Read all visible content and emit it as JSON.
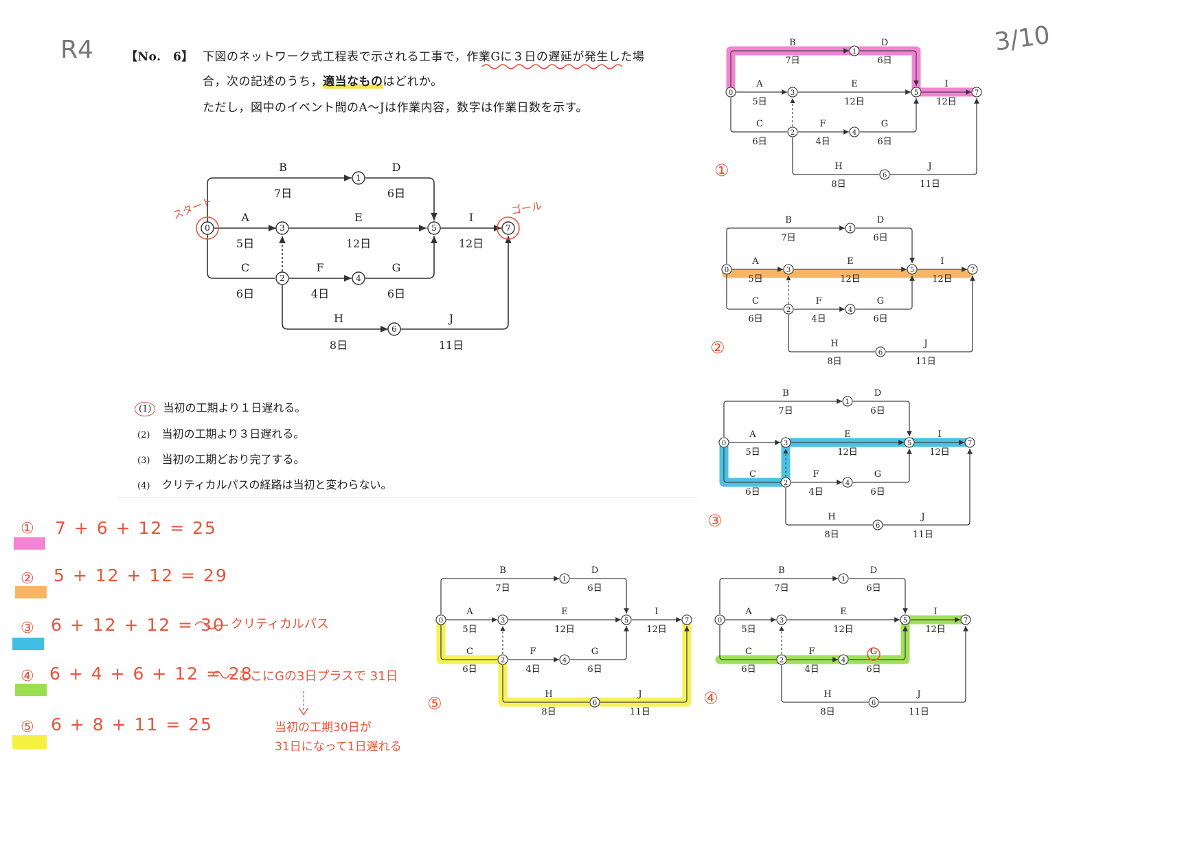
{
  "header": {
    "year_mark": "R4",
    "score_mark": "3/10",
    "question_no": "【No.　6】"
  },
  "question": {
    "line1": "下図のネットワーク式工程表で示される工事で，作業Gに３日の遅延が発生した場",
    "line2_pre": "合，次の記述のうち，",
    "line2_hl": "適当なもの",
    "line2_post": "はどれか。",
    "line3": "ただし，図中のイベント間のA～Jは作業内容，数字は作業日数を示す。"
  },
  "network": {
    "start_note": "スタート",
    "goal_note": "ゴール",
    "events": [
      "0",
      "1",
      "2",
      "3",
      "4",
      "5",
      "6",
      "7"
    ],
    "activities": [
      {
        "label": "B",
        "days": "7日"
      },
      {
        "label": "D",
        "days": "6日"
      },
      {
        "label": "A",
        "days": "5日"
      },
      {
        "label": "E",
        "days": "12日"
      },
      {
        "label": "I",
        "days": "12日"
      },
      {
        "label": "C",
        "days": "6日"
      },
      {
        "label": "F",
        "days": "4日"
      },
      {
        "label": "G",
        "days": "6日"
      },
      {
        "label": "H",
        "days": "8日"
      },
      {
        "label": "J",
        "days": "11日"
      }
    ]
  },
  "choices": [
    {
      "num": "(1)",
      "text": "当初の工期より１日遅れる。"
    },
    {
      "num": "(2)",
      "text": "当初の工期より３日遅れる。"
    },
    {
      "num": "(3)",
      "text": "当初の工期どおり完了する。"
    },
    {
      "num": "(4)",
      "text": "クリティカルパスの経路は当初と変わらない。"
    }
  ],
  "calculations": [
    {
      "mark": "①",
      "expr": "7 + 6 + 12 = 25",
      "note": ""
    },
    {
      "mark": "②",
      "expr": "5 + 12 + 12 = 29",
      "note": ""
    },
    {
      "mark": "③",
      "expr": "6 + 12 + 12 = 30",
      "note": "クリティカルパス"
    },
    {
      "mark": "④",
      "expr": "6 + 4 + 6 + 12 = 28",
      "note": "ここにGの3日プラスで 31日"
    },
    {
      "mark": "⑤",
      "expr": "6 + 8 + 11 = 25",
      "note": ""
    }
  ],
  "conclusion": {
    "line1": "当初の工期30日が",
    "line2": "31日になって1日遅れる"
  },
  "panel_marks": [
    "①",
    "②",
    "③",
    "④",
    "⑤"
  ],
  "colors": {
    "path1": "#f06ecb",
    "path2": "#f5a94a",
    "path3": "#2bb7e0",
    "path4": "#8fdc3c",
    "path5": "#f3ef3a",
    "pen_red": "#e8553c",
    "ink": "#333333"
  }
}
